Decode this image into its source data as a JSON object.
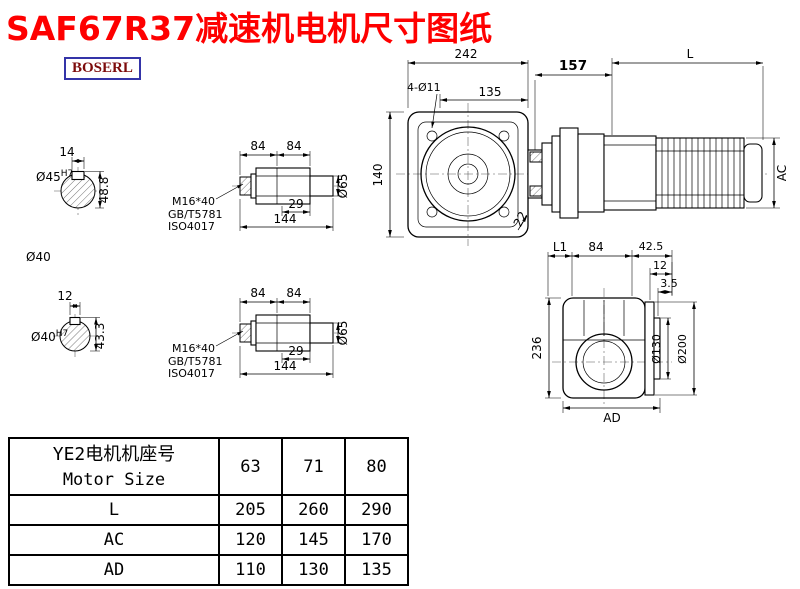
{
  "page": {
    "title": "SAF67R37减速机电机尺寸图纸",
    "logo": "BOSERL"
  },
  "shaft_end_1": {
    "key_width": "14",
    "dia": "Ø45",
    "fit": "H7",
    "height": "48.8",
    "dia_small": "Ø40"
  },
  "shaft_end_2": {
    "key_width": "12",
    "dia": "Ø40",
    "fit": "H7",
    "height": "43.3"
  },
  "shaft_kit": {
    "len_a": "84",
    "len_b": "84",
    "len_mid": "29",
    "len_total": "144",
    "dia": "Ø65",
    "bolt": "M16*40",
    "std1": "GB/T5781",
    "std2": "ISO4017"
  },
  "front_view": {
    "overall_width": "242",
    "bolt_holes": "4-Ø11",
    "flange_width": "135",
    "adapter_len": "157",
    "motor_len": "L",
    "height": "140",
    "foot": "22",
    "motor_dia": "AC"
  },
  "side_view": {
    "l1": "L1",
    "top_84": "84",
    "top_425": "42.5",
    "dim_12": "12",
    "dim_35": "3.5",
    "dia_130": "Ø130",
    "dia_200": "Ø200",
    "height_236": "236",
    "width_ad": "AD"
  },
  "table": {
    "header_cn": "YE2电机机座号",
    "header_en": "Motor Size",
    "sizes": [
      "63",
      "71",
      "80"
    ],
    "rows": [
      {
        "label": "L",
        "values": [
          "205",
          "260",
          "290"
        ]
      },
      {
        "label": "AC",
        "values": [
          "120",
          "145",
          "170"
        ]
      },
      {
        "label": "AD",
        "values": [
          "110",
          "130",
          "135"
        ]
      }
    ]
  }
}
